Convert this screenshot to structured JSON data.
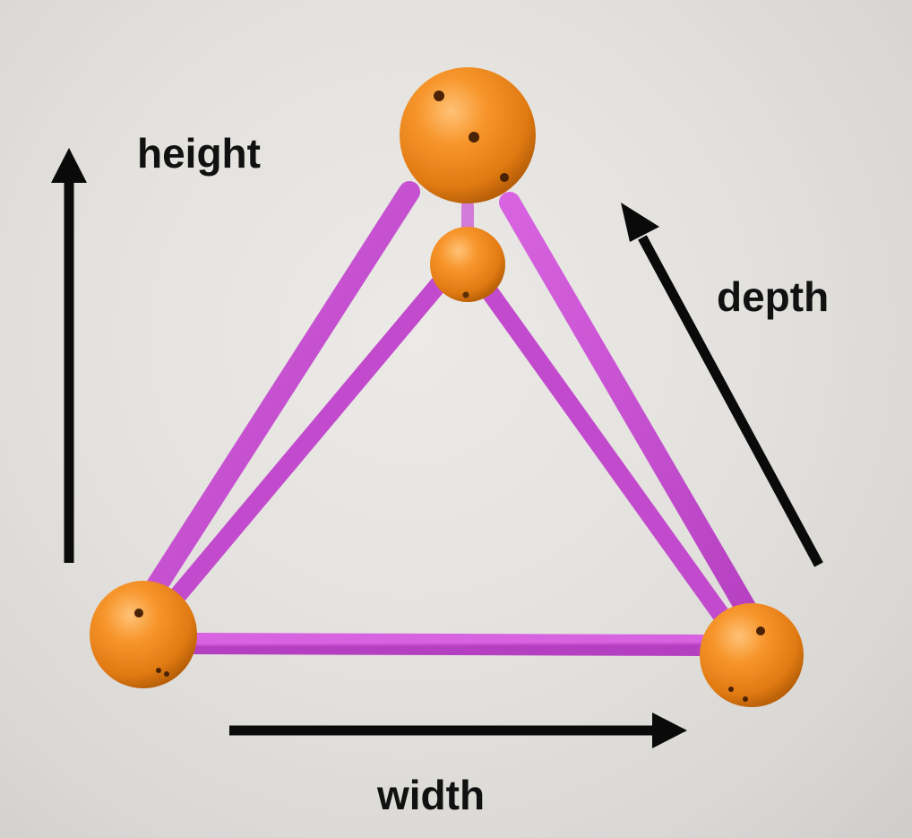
{
  "labels": {
    "height": "height",
    "depth": "depth",
    "width": "width"
  },
  "colors": {
    "rod": "#c94fd4",
    "ball": "#f08a1e",
    "arrow": "#0a0a0a",
    "background": "#e6e4e1"
  }
}
